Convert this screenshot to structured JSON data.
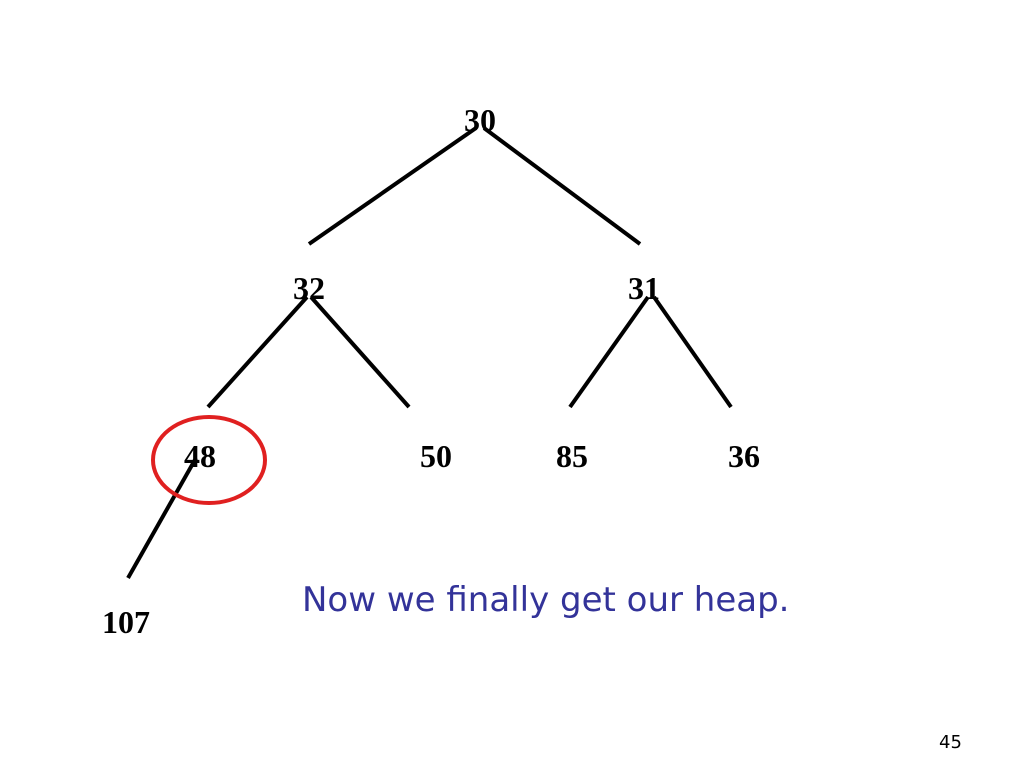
{
  "nodes": {
    "root": "30",
    "left": "32",
    "right": "31",
    "left_left": "48",
    "left_right": "50",
    "right_left": "85",
    "right_right": "36",
    "left_left_left": "107"
  },
  "caption": "Now we finally get our heap.",
  "page_number": "45",
  "colors": {
    "caption": "#333399",
    "highlight_circle": "#e02020",
    "edges": "#000000"
  }
}
